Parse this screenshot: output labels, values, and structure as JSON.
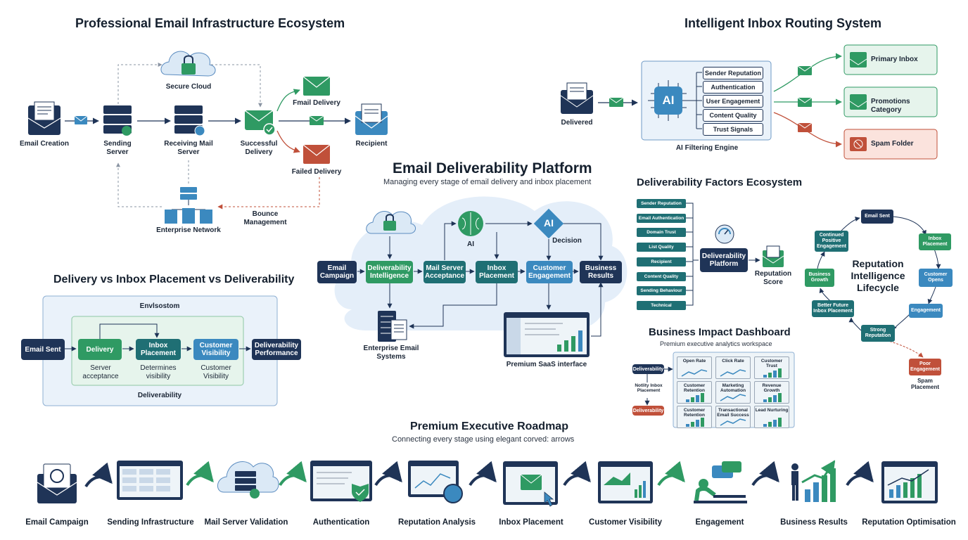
{
  "colors": {
    "navy": "#1f3457",
    "green": "#2f9a63",
    "teal": "#1f6f74",
    "blue": "#3b89bf",
    "red": "#c0503a",
    "light_green": "#e6f4ec",
    "light_blue": "#eaf2fa"
  },
  "infra": {
    "title": "Professional Email Infrastructure Ecosystem",
    "email_creation": "Email Creation",
    "sending_server": "Sending Server",
    "receiving_server": "Receiving Mail Server",
    "secure_cloud": "Secure Cloud",
    "successful_delivery": "Successful Delivery",
    "email_delivery": "Fmail Delivery",
    "failed_delivery": "Failed Delivery",
    "recipient": "Recipient",
    "enterprise_network": "Enterprise Network",
    "bounce_management": "Bounce Management"
  },
  "routing": {
    "title": "Intelligent Inbox Routing System",
    "delivered": "Delivered",
    "engine_label": "AI Filtering Engine",
    "ai": "AI",
    "signals": [
      "Sender Reputation",
      "Authentication",
      "User Engagement",
      "Content Quality",
      "Trust Signals"
    ],
    "primary_inbox": "Primary Inbox",
    "promotions": "Promotions Category",
    "spam": "Spam Folder"
  },
  "platform": {
    "title": "Email Deliverability Platform",
    "subtitle": "Managing every stage of email delivery and inbox placement",
    "email_campaign": "Email Campaign",
    "deliverability_intelligence": "Deliverability Intelligence",
    "mail_server_acceptance": "Mail Server Acceptance",
    "inbox_placement": "Inbox Placement",
    "customer_engagement": "Customer Engagement",
    "business_results": "Business Results",
    "ai": "AI",
    "decision": "Decision",
    "enterprise_systems": "Enterprise Email Systems",
    "saas": "Premium SaaS interface"
  },
  "comparison": {
    "title": "Delivery vs Inbox Placement vs Deliverability",
    "envelope_label": "Envlsostom",
    "email_sent": "Email Sent",
    "delivery": "Delivery",
    "inbox_placement": "Inbox Placement",
    "customer_visibility": "Customer Visibility",
    "deliverability_performance": "Deliverability Performance",
    "server_acceptance": "Server acceptance",
    "determines_visibility": "Determines visibility",
    "customer_visibility_note": "Customer Visibility",
    "footer": "Deliverability"
  },
  "factors": {
    "title": "Deliverability Factors Ecosystem",
    "items": [
      "Sender Reputation",
      "Email Authentication",
      "Domain Trust",
      "List Quality",
      "Recipient Engagement",
      "Content Quality",
      "Sending Behaviour",
      "Technical Configuration"
    ],
    "center": "Deliverability Platform",
    "reputation_score": "Reputation Score"
  },
  "lifecycle": {
    "title": "Reputation Intelligence Lifecycle",
    "email_sent": "Email Sent",
    "inbox_placement": "Inbox Placement",
    "customer_opens": "Customer Opens",
    "engagement": "Engagement",
    "strong_reputation": "Strong Reputation",
    "better_future": "Better Future Inbox Placement",
    "business_growth": "Business Growth",
    "continued_engagement": "Continued Positive Engagement",
    "poor_engagement": "Poor Engagement",
    "spam_placement": "Spam Placement"
  },
  "dashboard": {
    "title": "Business Impact Dashboard",
    "subtitle": "Premium executive analytics workspace",
    "deliverability": "Deliverability",
    "note": "Notlity Inbox Placement",
    "bad_deliverability": "Deliverability",
    "tiles": [
      "Open Rate",
      "Click Rate",
      "Customer Trust",
      "Customer Retention",
      "Marketing Automation",
      "Revenue Growth",
      "Customer Retention",
      "Transactional Email Success",
      "Lead Nurturing"
    ]
  },
  "roadmap": {
    "title": "Premium Executive Roadmap",
    "subtitle": "Connecting every stage using elegant corved: arrows",
    "steps": [
      "Email Campaign",
      "Sending Infrastructure",
      "Mail Server Validation",
      "Authentication",
      "Reputation Analysis",
      "Inbox Placement",
      "Customer Visibility",
      "Engagement",
      "Business Results",
      "Reputation Optimisation"
    ]
  }
}
